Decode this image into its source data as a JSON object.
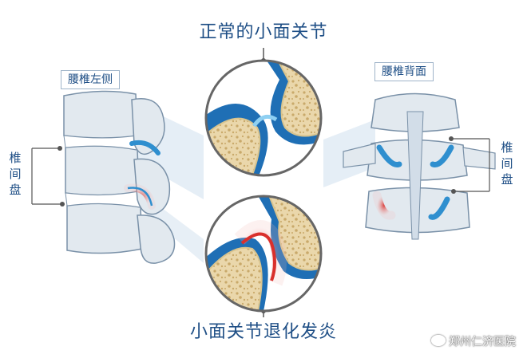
{
  "titles": {
    "top": "正常的小面关节",
    "bottom": "小面关节退化发炎"
  },
  "labels": {
    "left_view": "腰椎左侧",
    "right_view": "腰椎背面",
    "disc_left": "椎间盘",
    "disc_right": "椎间盘"
  },
  "watermark": {
    "text": "郑州仁济医院",
    "icon": "weibo-icon"
  },
  "colors": {
    "bone_light": "#e2e9ef",
    "bone_outline": "#7a91a8",
    "cartilage_blue": "#2f8fcf",
    "inflamed_red": "#d9302c",
    "spongy_bone": "#ead7ab",
    "title_blue": "#1f4f86"
  }
}
